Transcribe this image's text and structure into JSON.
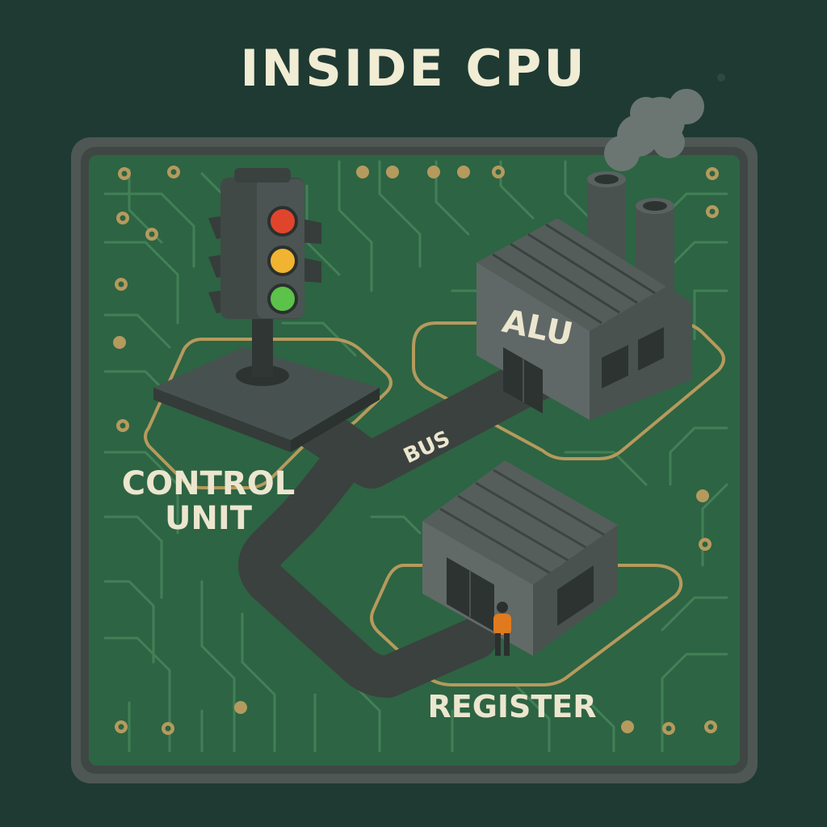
{
  "title": "INSIDE CPU",
  "labels": {
    "control_unit_line1": "CONTROL",
    "control_unit_line2": "UNIT",
    "alu": "ALU",
    "bus": "BUS",
    "register": "REGISTER"
  },
  "traffic_light": [
    "red",
    "yellow",
    "green"
  ],
  "colors": {
    "background": "#1e3a33",
    "board": "#2d6443",
    "frame": "#5a625e",
    "trace_gold": "#b59a5d",
    "light_red": "#e0452c",
    "light_yellow": "#f0b432",
    "light_green": "#5cc24a",
    "worker_vest": "#e07a1e"
  }
}
